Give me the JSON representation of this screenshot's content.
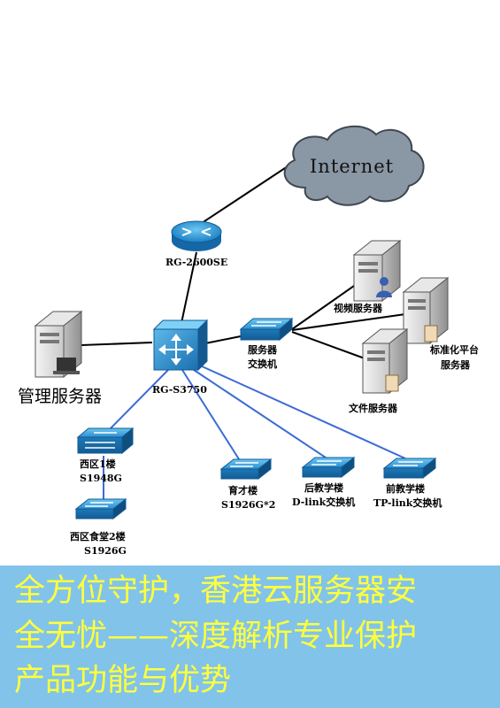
{
  "labels": {
    "internet": "Internet",
    "router": "RG-2600SE",
    "core_switch": "RG-S3750",
    "mgmt_server": "管理服务器",
    "server_switch_1": "服务器",
    "server_switch_2": "交换机",
    "video_server": "视频服务器",
    "std_server_1": "标准化平台",
    "std_server_2": "服务器",
    "file_server": "文件服务器",
    "west1_1": "西区1楼",
    "west1_2": "S1948G",
    "canteen_1": "西区食堂2楼",
    "canteen_2": "S1926G",
    "yucai_1": "育才楼",
    "yucai_2": "S1926G*2",
    "back_1": "后教学楼",
    "back_2": "D-link交换机",
    "front_1": "前教学楼",
    "front_2": "TP-link交换机"
  },
  "banner": {
    "line1": "全方位守护，香港云服务器安",
    "line2": "全无忧——深度解析专业保护",
    "line3": "产品功能与优势"
  },
  "colors": {
    "cloud": "#8a97a5",
    "switch": "#2f8fcf",
    "blue_link": "#3d6bd6",
    "banner_bg": "#82c3ea",
    "banner_text": "#ffff3c"
  }
}
